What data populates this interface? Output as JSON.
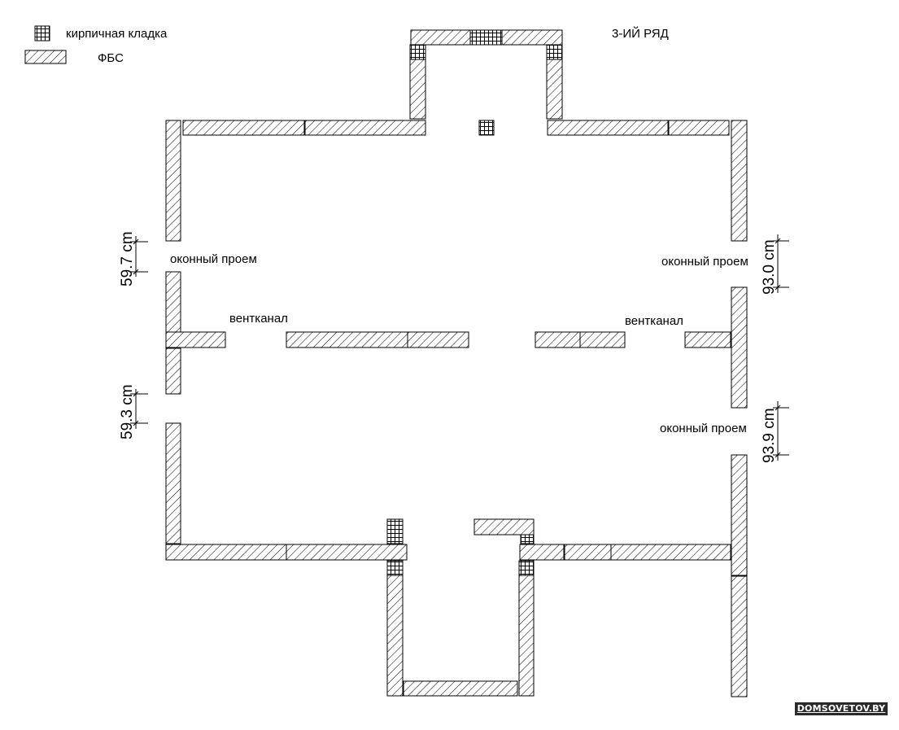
{
  "title": "3-ИЙ РЯД",
  "legend": {
    "brick": "кирпичная кладка",
    "fbs": "ФБС"
  },
  "labels": {
    "window_left": "оконный проем",
    "window_right_top": "оконный проем",
    "window_right_bottom": "оконный проем",
    "vent_left": "вентканал",
    "vent_right": "вентканал"
  },
  "dimensions": {
    "left_top": "59.7 cm",
    "left_bottom": "59.3 cm",
    "right_top": "93.0 cm",
    "right_bottom": "93.9 cm"
  },
  "watermark": "DOMSOVETOV.BY",
  "colors": {
    "line": "#000000",
    "background": "#ffffff"
  }
}
